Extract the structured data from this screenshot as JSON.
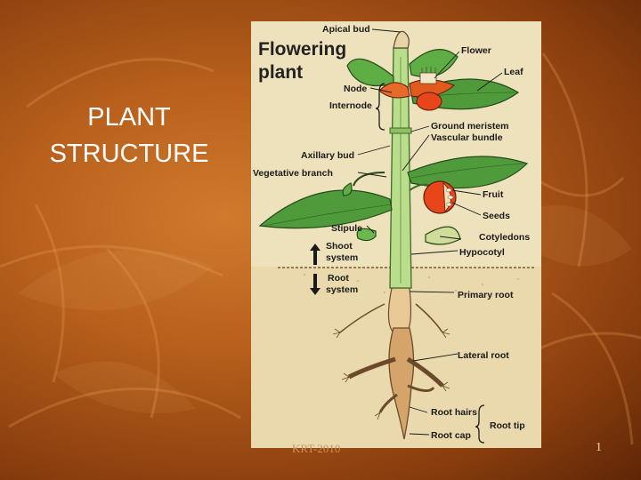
{
  "slide": {
    "title_line1": "PLANT",
    "title_line2": "STRUCTURE",
    "footer": "KRT-2010",
    "slide_number": "1"
  },
  "diagram": {
    "title_line1": "Flowering",
    "title_line2": "plant",
    "labels": {
      "apical_bud": "Apical bud",
      "flower": "Flower",
      "leaf": "Leaf",
      "node": "Node",
      "internode": "Internode",
      "ground_meristem": "Ground meristem",
      "vascular_bundle": "Vascular bundle",
      "axillary_bud": "Axillary bud",
      "vegetative_branch": "Vegetative branch",
      "fruit": "Fruit",
      "seeds": "Seeds",
      "stipule": "Stipule",
      "cotyledons": "Cotyledons",
      "shoot_line1": "Shoot",
      "shoot_line2": "system",
      "hypocotyl": "Hypocotyl",
      "root_line1": "Root",
      "root_line2": "system",
      "primary_root": "Primary root",
      "lateral_root": "Lateral root",
      "root_hairs": "Root hairs",
      "root_cap": "Root cap",
      "root_tip": "Root tip"
    }
  },
  "colors": {
    "background": "#b8601c",
    "panel": "#eee2bd",
    "leaf": "#4f9a3a",
    "stem": "#a8d17a",
    "root": "#d4a46a",
    "flower": "#e05a1c",
    "fruit": "#e8451a"
  }
}
